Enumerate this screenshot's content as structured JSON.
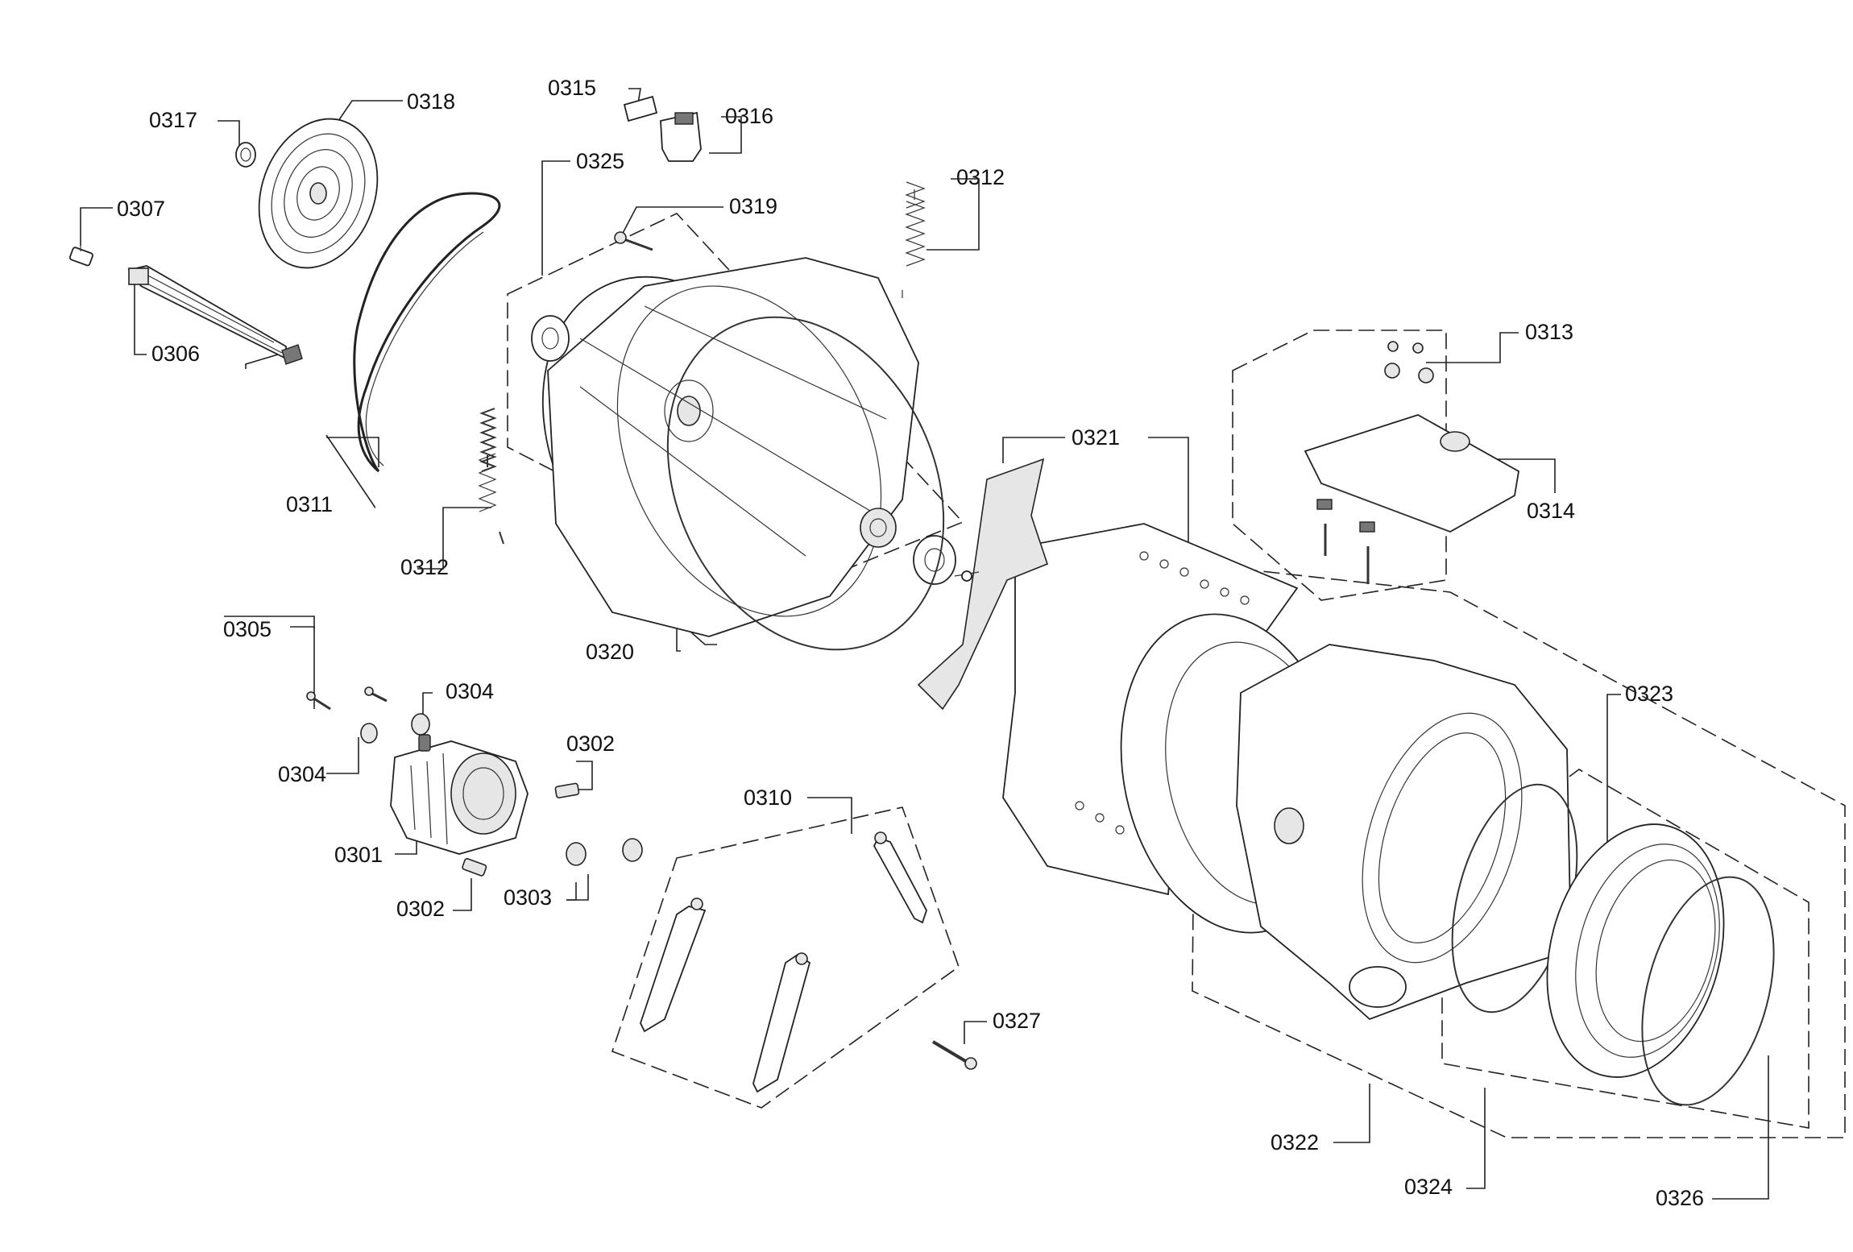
{
  "labels": {
    "p0301": "0301",
    "p0302a": "0302",
    "p0302b": "0302",
    "p0303": "0303",
    "p0304a": "0304",
    "p0304b": "0304",
    "p0305": "0305",
    "p0306": "0306",
    "p0307": "0307",
    "p0310": "0310",
    "p0311": "0311",
    "p0312a": "0312",
    "p0312b": "0312",
    "p0313": "0313",
    "p0314": "0314",
    "p0315": "0315",
    "p0316": "0316",
    "p0317": "0317",
    "p0318": "0318",
    "p0319": "0319",
    "p0320": "0320",
    "p0321": "0321",
    "p0322": "0322",
    "p0323": "0323",
    "p0324": "0324",
    "p0325": "0325",
    "p0326": "0326",
    "p0327": "0327"
  }
}
